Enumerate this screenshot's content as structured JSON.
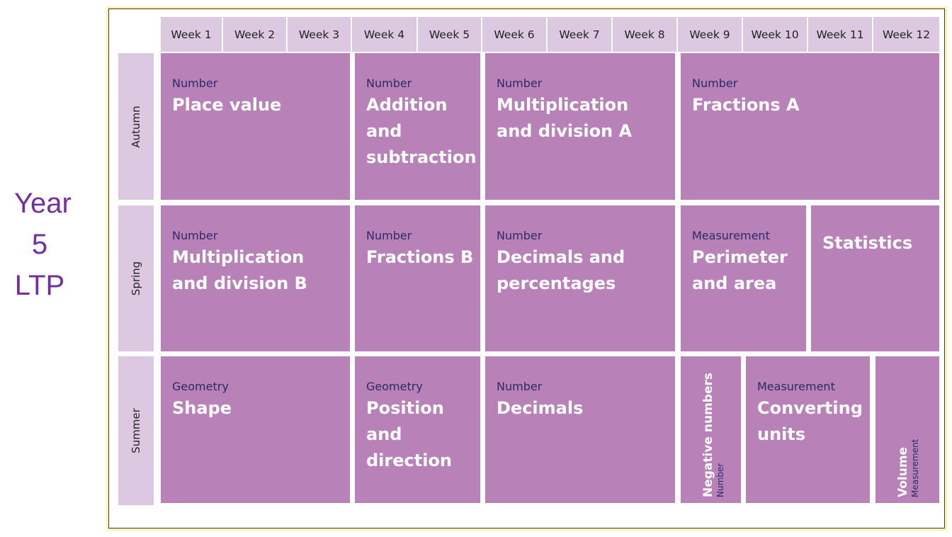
{
  "side_title": [
    "Year",
    "5",
    "LTP"
  ],
  "weeks": [
    "Week 1",
    "Week 2",
    "Week 3",
    "Week 4",
    "Week 5",
    "Week 6",
    "Week 7",
    "Week 8",
    "Week 9",
    "Week 10",
    "Week 11",
    "Week 12"
  ],
  "terms": [
    "Autumn",
    "Spring",
    "Summer"
  ],
  "autumn": [
    {
      "category": "Number",
      "topic": [
        "Place value"
      ]
    },
    {
      "category": "Number",
      "topic": [
        "Addition",
        "and",
        "subtraction"
      ]
    },
    {
      "category": "Number",
      "topic": [
        "Multiplication",
        "and division A"
      ]
    },
    {
      "category": "Number",
      "topic": [
        "Fractions A"
      ]
    }
  ],
  "spring": [
    {
      "category": "Number",
      "topic": [
        "Multiplication",
        "and division B"
      ]
    },
    {
      "category": "Number",
      "topic": [
        "Fractions B"
      ]
    },
    {
      "category": "Number",
      "topic": [
        "Decimals and",
        "percentages"
      ]
    },
    {
      "category": "Measurement",
      "topic": [
        "Perimeter",
        "and area"
      ]
    },
    {
      "category": "",
      "topic": [
        "Statistics"
      ]
    }
  ],
  "summer": [
    {
      "category": "Geometry",
      "topic": [
        "Shape"
      ]
    },
    {
      "category": "Geometry",
      "topic": [
        "Position",
        "and",
        "direction"
      ]
    },
    {
      "category": "Number",
      "topic": [
        "Decimals"
      ]
    },
    {
      "category": "Number",
      "topic": [
        "Negative numbers"
      ]
    },
    {
      "category": "Measurement",
      "topic": [
        "Converting",
        "units"
      ]
    },
    {
      "category": "Measurement",
      "topic": [
        "Volume"
      ]
    }
  ],
  "colors": {
    "block": "#b882b9",
    "header": "#ddc8e2",
    "frame": "#fff3b0",
    "title": "#7030a0",
    "category": "#2a2a6a"
  }
}
